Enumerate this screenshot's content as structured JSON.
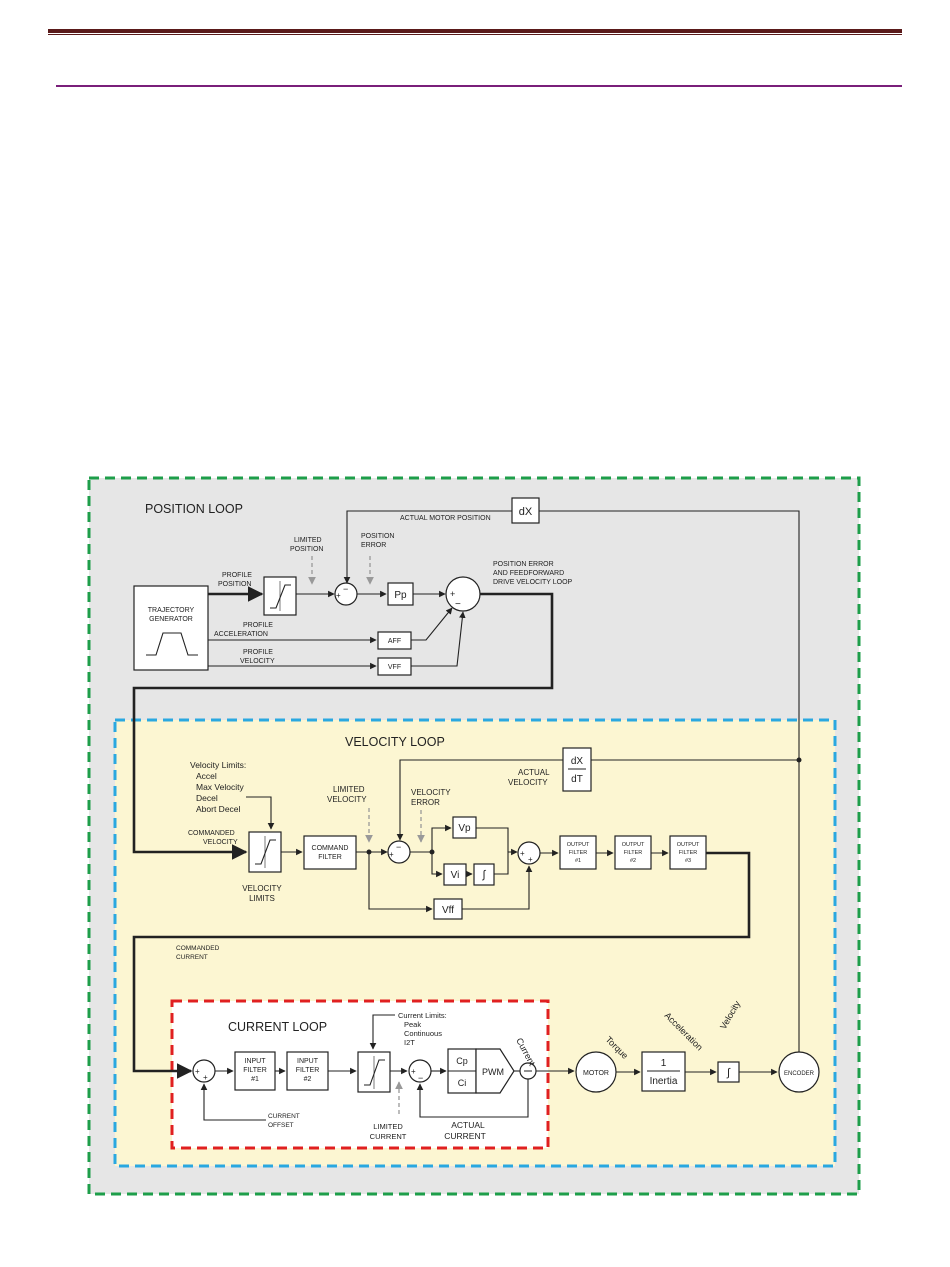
{
  "colors": {
    "header_rule": "#5a1a1a",
    "sub_rule": "#7a1f7a",
    "position_loop_border": "#1e9e4a",
    "position_loop_fill": "#e6e6e6",
    "velocity_loop_border": "#2aa8e0",
    "velocity_loop_fill": "#fcf6d2",
    "current_loop_border": "#e02020"
  },
  "position_loop": {
    "title": "POSITION LOOP",
    "actual_motor_position": "ACTUAL MOTOR POSITION",
    "dx": "dX",
    "limited_position": [
      "LIMITED",
      "POSITION"
    ],
    "position_error": [
      "POSITION",
      "ERROR"
    ],
    "error_ff": [
      "POSITION ERROR",
      "AND FEEDFORWARD",
      "DRIVE VELOCITY LOOP"
    ],
    "profile_position": [
      "PROFILE",
      "POSITION"
    ],
    "trajectory_generator": [
      "TRAJECTORY",
      "GENERATOR"
    ],
    "pp": "Pp",
    "profile_acceleration": [
      "PROFILE",
      "ACCELERATION"
    ],
    "aff": "AFF",
    "profile_velocity": [
      "PROFILE",
      "VELOCITY"
    ],
    "vff": "VFF"
  },
  "velocity_loop": {
    "title": "VELOCITY LOOP",
    "limits_title": "Velocity Limits:",
    "limits": [
      "Accel",
      "Max Velocity",
      "Decel",
      "Abort Decel"
    ],
    "dxdt_num": "dX",
    "dxdt_den": "dT",
    "actual_velocity": [
      "ACTUAL",
      "VELOCITY"
    ],
    "limited_velocity": [
      "LIMITED",
      "VELOCITY"
    ],
    "velocity_error": [
      "VELOCITY",
      "ERROR"
    ],
    "commanded_velocity": [
      "COMMANDED",
      "VELOCITY"
    ],
    "velocity_limits": [
      "VELOCITY",
      "LIMITS"
    ],
    "command_filter": [
      "COMMAND",
      "FILTER"
    ],
    "vp": "Vp",
    "vi": "Vi",
    "integral": "∫",
    "vff": "Vff",
    "output_filters": [
      [
        "OUTPUT",
        "FILTER",
        "#1"
      ],
      [
        "OUTPUT",
        "FILTER",
        "#2"
      ],
      [
        "OUTPUT",
        "FILTER",
        "#3"
      ]
    ],
    "commanded_current": [
      "COMMANDED",
      "CURRENT"
    ]
  },
  "current_loop": {
    "title": "CURRENT LOOP",
    "limits_title": "Current Limits:",
    "limits": [
      "Peak",
      "Continuous",
      "I2T"
    ],
    "input_filters": [
      [
        "INPUT",
        "FILTER",
        "#1"
      ],
      [
        "INPUT",
        "FILTER",
        "#2"
      ]
    ],
    "current_offset": [
      "CURRENT",
      "OFFSET"
    ],
    "limited_current": [
      "LIMITED",
      "CURRENT"
    ],
    "cp": "Cp",
    "ci": "Ci",
    "pwm": "PWM",
    "actual_current": [
      "ACTUAL",
      "CURRENT"
    ],
    "current": "Current"
  },
  "plant": {
    "motor": "MOTOR",
    "torque": "Torque",
    "acceleration": "Acceleration",
    "velocity": "Velocity",
    "inertia_num": "1",
    "inertia_den": "Inertia",
    "integral": "∫",
    "encoder": "ENCODER"
  },
  "signs": {
    "plus": "+",
    "minus": "−"
  }
}
